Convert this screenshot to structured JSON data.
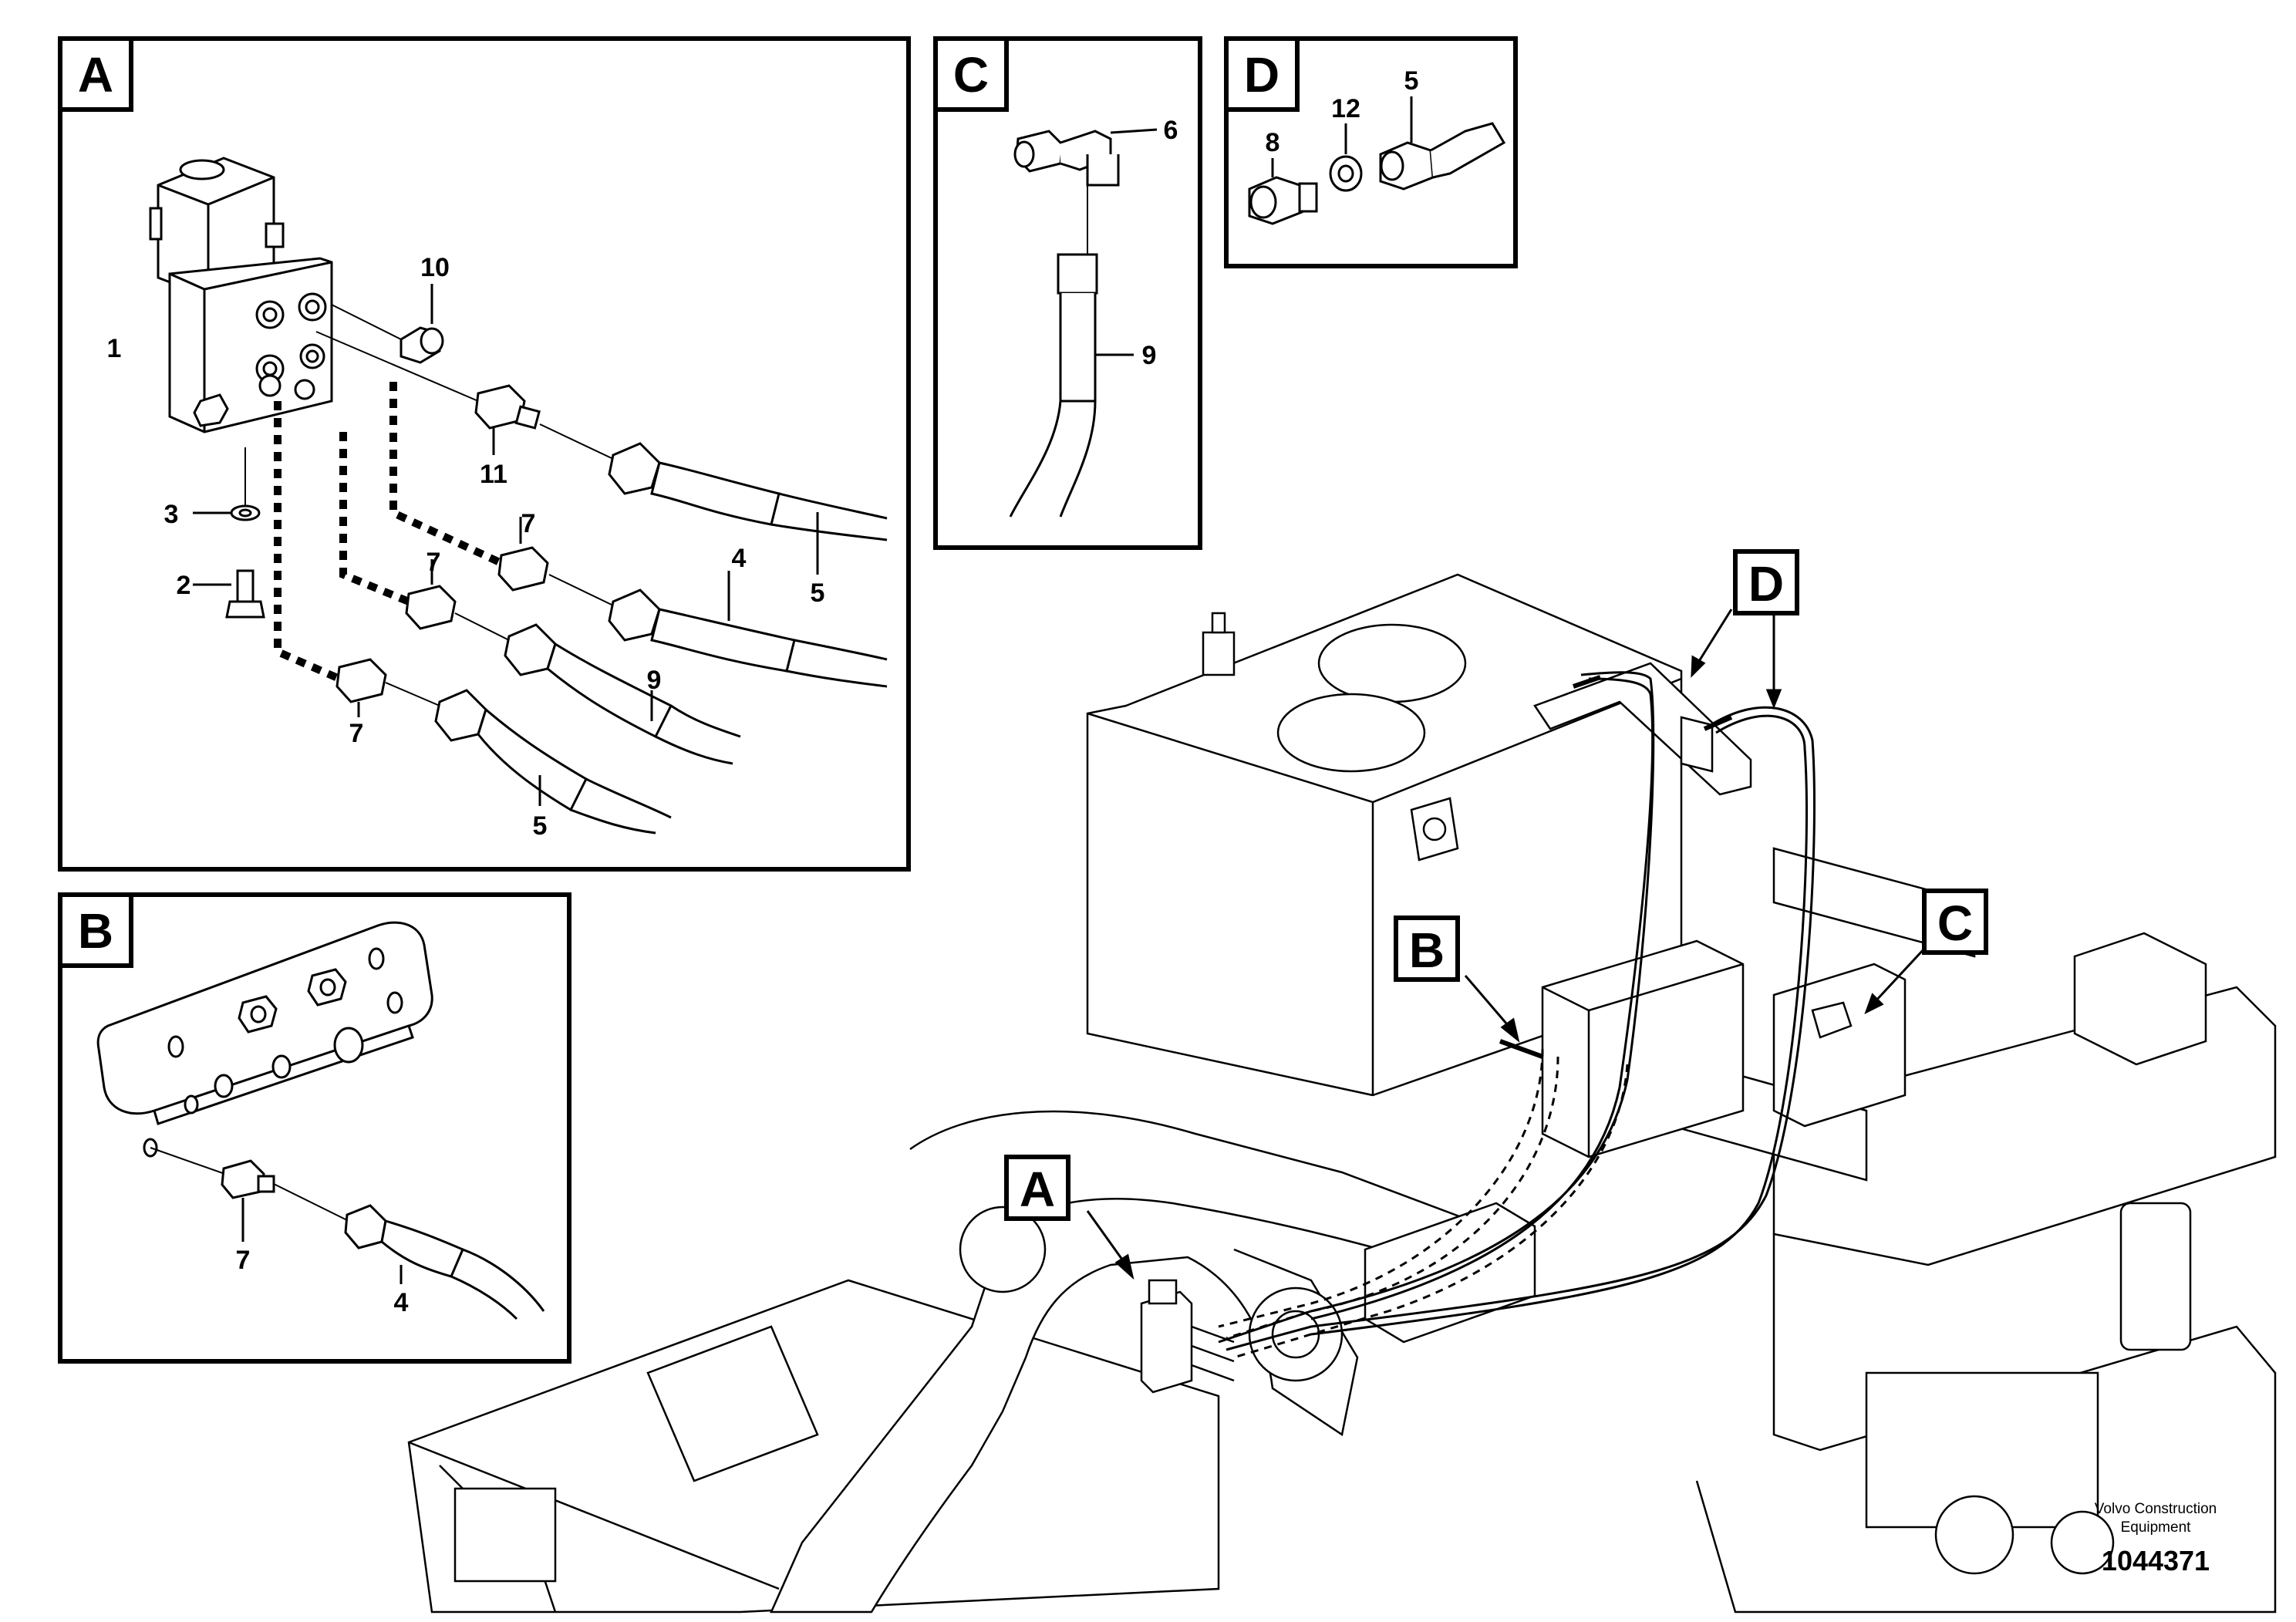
{
  "callouts": {
    "a1": "1",
    "a2": "2",
    "a3": "3",
    "a4": "4",
    "a5_top": "5",
    "a5_bottom": "5",
    "a7_upper": "7",
    "a7_middle": "7",
    "a7_lower": "7",
    "a9": "9",
    "a10": "10",
    "a11": "11",
    "c6": "6",
    "c9": "9",
    "d8": "8",
    "d12": "12",
    "d5": "5",
    "b7": "7",
    "b4": "4"
  },
  "detail_tags": {
    "a": "A",
    "b": "B",
    "c": "C",
    "d": "D"
  },
  "main_tags": {
    "a": "A",
    "b": "B",
    "c": "C",
    "d": "D"
  },
  "footer": {
    "brand_line1": "Volvo Construction",
    "brand_line2": "Equipment",
    "doc_number": "1044371"
  }
}
